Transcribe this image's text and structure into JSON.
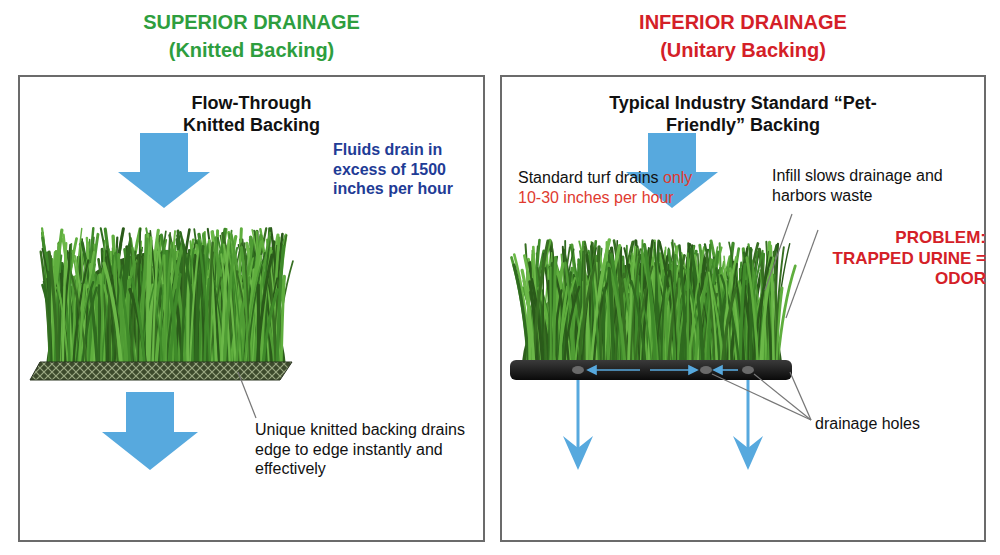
{
  "diagram": {
    "nodes": [
      {
        "text": [
          "SUPERIOR DRAINAGE",
          "(Knitted Backing)",
          "Flow-Through Knitted Backing"
        ]
      },
      {
        "text": [
          "INFERIOR DRAINAGE",
          "(Unitary Backing)",
          "Typical Industry Standard “Pet-Friendly” Backing"
        ]
      }
    ],
    "labels": [
      "Fluids drain in excess of 1500 inches per hour",
      "Unique knitted backing drains edge to edge instantly and effectively",
      "Standard turf drains",
      "only 10-30 inches per hour",
      "Infill slows drainage and harbors waste",
      "PROBLEM: TRAPPED URINE = ODOR",
      "drainage holes"
    ]
  }
}
